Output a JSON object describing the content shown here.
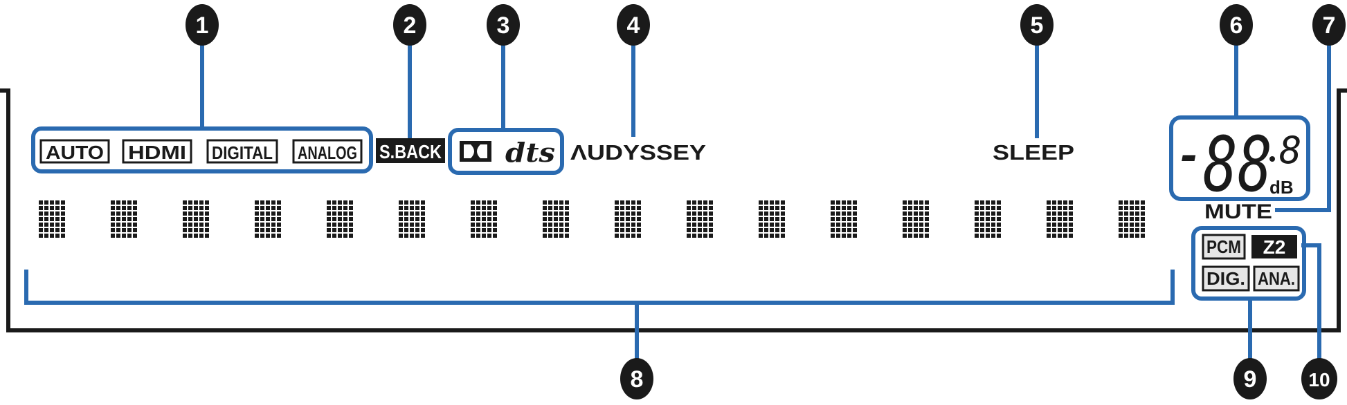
{
  "indicators": {
    "input_modes": [
      "AUTO",
      "HDMI",
      "DIGITAL",
      "ANALOG"
    ],
    "surround_back": "S.BACK",
    "decoder_dolby": "DD",
    "decoder_dts": "dts",
    "audyssey": "ΛUDYSSEY",
    "sleep": "SLEEP",
    "volume_sign": "-",
    "volume_digits": "88",
    "volume_decimal": "8",
    "volume_unit": "dB",
    "mute": "MUTE",
    "signal": {
      "pcm": "PCM",
      "zone2": "Z2",
      "digital": "DIG.",
      "analog": "ANA."
    }
  },
  "dot_matrix": {
    "character_count": 16
  },
  "callouts": [
    "1",
    "2",
    "3",
    "4",
    "5",
    "6",
    "7",
    "8",
    "9",
    "10"
  ],
  "colors": {
    "callout_line": "#2a6ab0",
    "callout_bubble": "#1a1a1a",
    "text": "#1a1a1a",
    "panel_border": "#1a1a1a",
    "indicator_fill": "#e6e6e6"
  }
}
